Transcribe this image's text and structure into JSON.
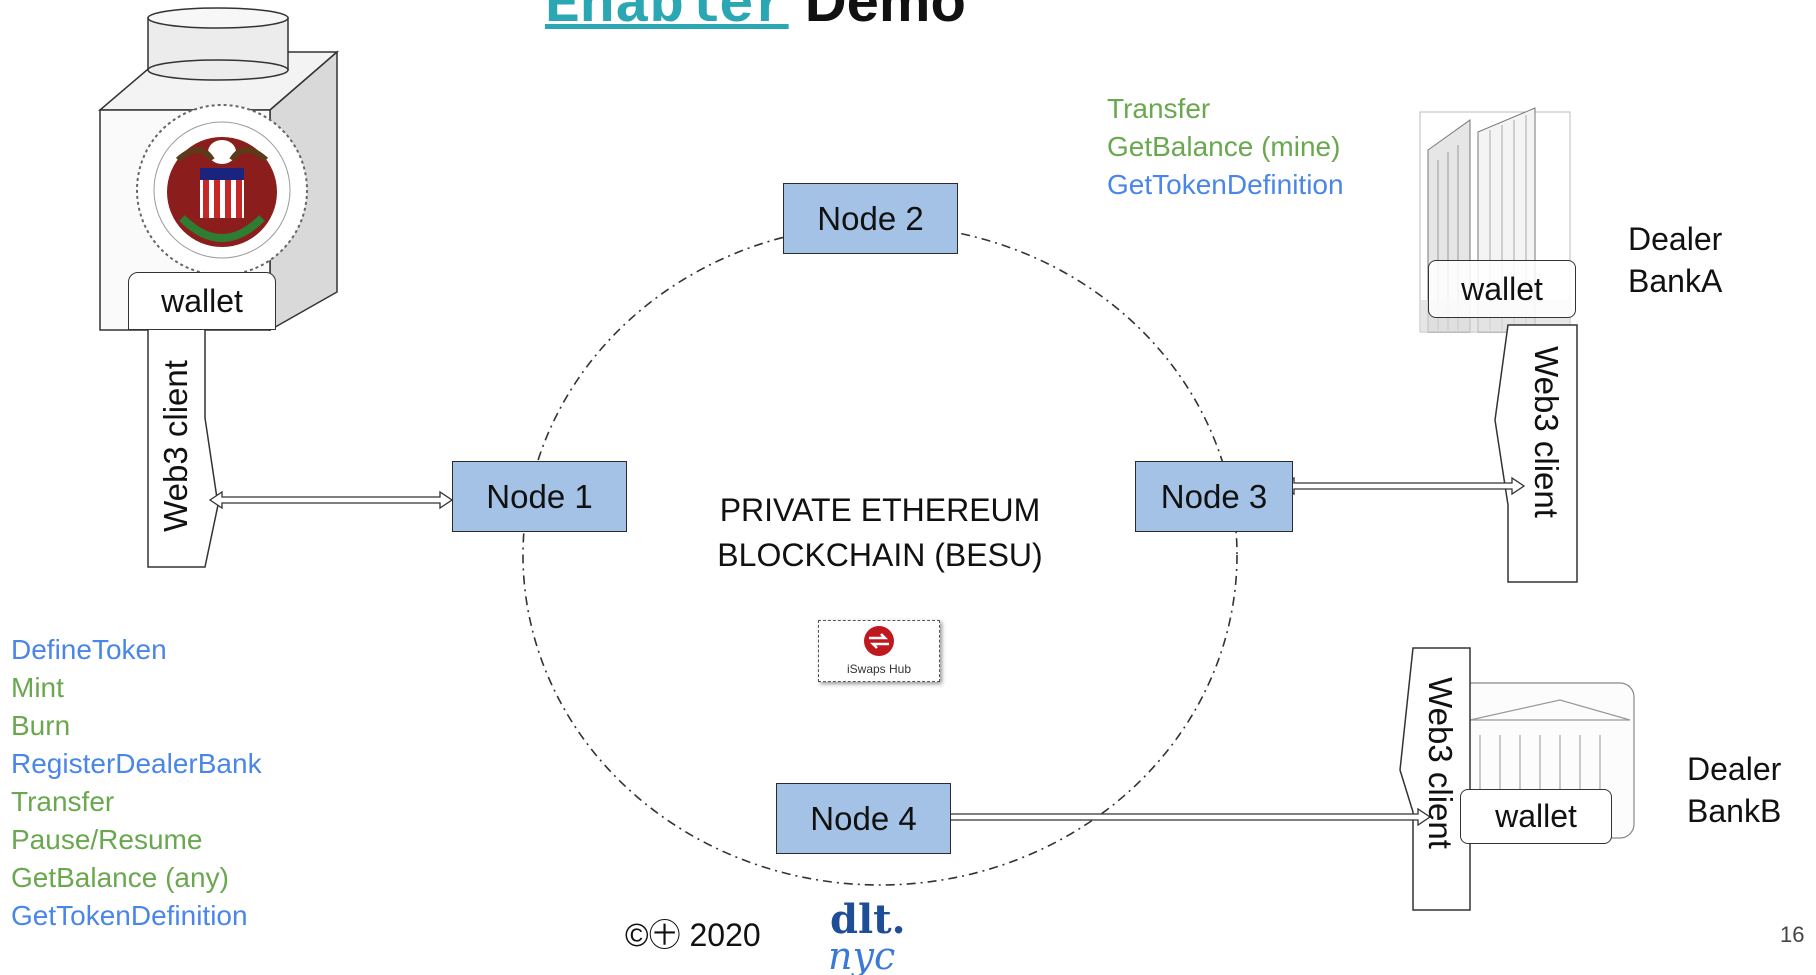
{
  "title": {
    "highlight": "Enabler",
    "rest": " Demo"
  },
  "nodes": {
    "n1": "Node 1",
    "n2": "Node 2",
    "n3": "Node 3",
    "n4": "Node 4"
  },
  "center": {
    "line1": "PRIVATE ETHEREUM",
    "line2": "BLOCKCHAIN (BESU)"
  },
  "fed": {
    "wallet": "wallet",
    "client": "Web3 client"
  },
  "fed_ops": [
    {
      "label": "DefineToken",
      "color": "blue"
    },
    {
      "label": "Mint",
      "color": "green"
    },
    {
      "label": "Burn",
      "color": "green"
    },
    {
      "label": "RegisterDealerBank",
      "color": "blue"
    },
    {
      "label": "Transfer",
      "color": "green"
    },
    {
      "label": "Pause/Resume",
      "color": "green"
    },
    {
      "label": "GetBalance (any)",
      "color": "green"
    },
    {
      "label": "GetTokenDefinition",
      "color": "blue"
    }
  ],
  "dealer_ops": [
    {
      "label": "Transfer",
      "color": "green"
    },
    {
      "label": "GetBalance (mine)",
      "color": "green"
    },
    {
      "label": "GetTokenDefinition",
      "color": "blue"
    }
  ],
  "bankA": {
    "line1": "Dealer",
    "line2": "BankA",
    "wallet": "wallet",
    "client": "Web3 client"
  },
  "bankB": {
    "line1": "Dealer",
    "line2": "BankB",
    "wallet": "wallet",
    "client": "Web3 client"
  },
  "logos": {
    "swaps": "iSwaps Hub",
    "dlt_top": "dlt.",
    "dlt_bottom": "nyc"
  },
  "footer": {
    "copyright": "©㊉ 2020",
    "page": "16"
  },
  "colors": {
    "node_fill": "#a4c2e5",
    "blue_text": "#4a86e8",
    "green_text": "#6aa84f",
    "title_accent": "#2aa7b3"
  }
}
